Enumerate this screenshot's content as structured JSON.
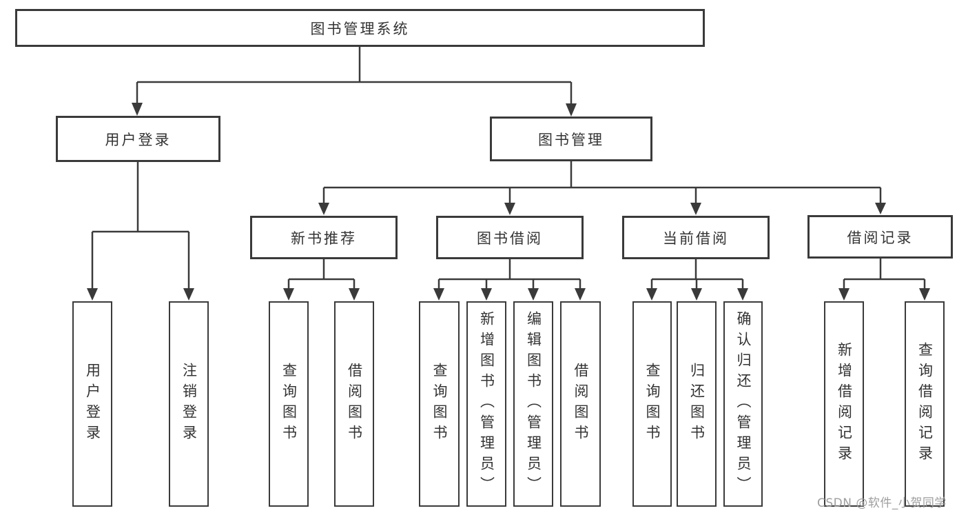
{
  "diagram": {
    "root": {
      "label": "图书管理系统"
    },
    "level2": [
      {
        "id": "user-login",
        "label": "用户登录"
      },
      {
        "id": "book-management",
        "label": "图书管理"
      }
    ],
    "level3": [
      {
        "id": "new-book-recommendation",
        "label": "新书推荐"
      },
      {
        "id": "book-borrowing",
        "label": "图书借阅"
      },
      {
        "id": "current-borrowing",
        "label": "当前借阅"
      },
      {
        "id": "borrowing-records",
        "label": "借阅记录"
      }
    ],
    "leaves": {
      "user_login": [
        {
          "label": "用户登录"
        },
        {
          "label": "注销登录"
        }
      ],
      "new_book": [
        {
          "label": "查询图书"
        },
        {
          "label": "借阅图书"
        }
      ],
      "book_borrow": [
        {
          "label": "查询图书"
        },
        {
          "label": "新增图书（管理员）"
        },
        {
          "label": "编辑图书（管理员）"
        },
        {
          "label": "借阅图书"
        }
      ],
      "current_borrow": [
        {
          "label": "查询图书"
        },
        {
          "label": "归还图书"
        },
        {
          "label": "确认归还（管理员）"
        }
      ],
      "borrow_records": [
        {
          "label": "新增借阅记录"
        },
        {
          "label": "查询借阅记录"
        }
      ]
    }
  },
  "watermark": {
    "text": "CSDN @软件_小贺同学"
  },
  "colors": {
    "line": "#3a3a3a",
    "box_border": "#3a3a3a",
    "text": "#333333",
    "watermark": "#9e9e9e",
    "background": "#ffffff"
  }
}
